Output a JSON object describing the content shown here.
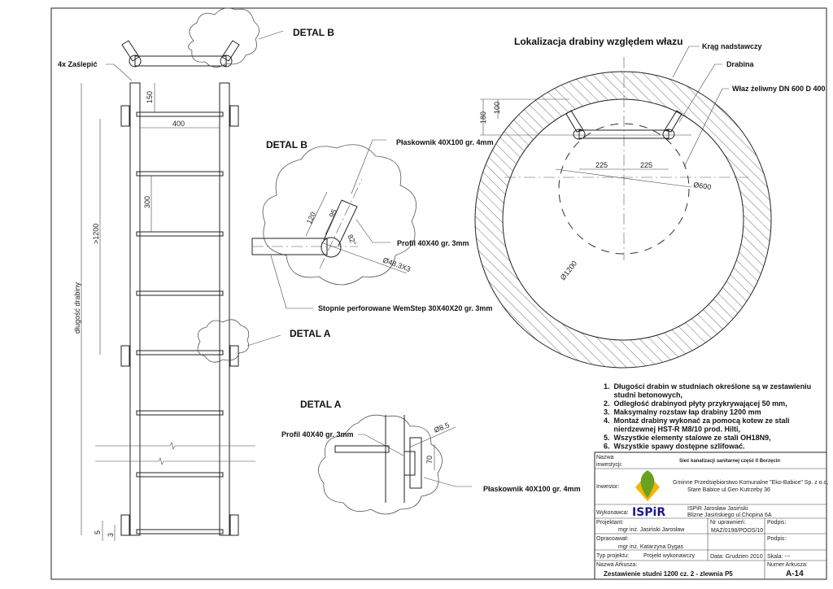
{
  "ladder": {
    "cap_label": "4x Zaślepić",
    "dim_top_gap": "150",
    "dim_width": "400",
    "dim_rung_spacing": "300",
    "dim_anchor_spacing": ">1200",
    "dim_length_label": "długość drabiny",
    "dim_bottom_5": "5",
    "dim_bottom_3": "3"
  },
  "detail_b_top": {
    "label": "DETAL B"
  },
  "detail_b": {
    "title": "DETAL B",
    "flat_bar": "Płaskownik 40X100 gr. 4mm",
    "profile": "Profil 40X40 gr. 3mm",
    "steps": "Stopnie perforowane WemStep 30X40X20 gr. 3mm",
    "dim_120": "120",
    "dim_95": "95",
    "angle": "82°",
    "pipe_dia": "Ø48.3X3"
  },
  "detail_a_callout": {
    "label": "DETAL A"
  },
  "detail_a": {
    "title": "DETAL A",
    "profile": "Profil 40X40 gr. 3mm",
    "flat_bar": "Płaskownik 40X100 gr. 4mm",
    "hole_dia": "Ø8.5",
    "dim_70": "70"
  },
  "plan": {
    "title": "Lokalizacja drabiny względem włazu",
    "ring_label": "Krąg nadstawczy",
    "ladder_label": "Drabina",
    "manhole_label": "Właz żeliwny DN 600 D 400",
    "dim_180": "180",
    "dim_100": "100",
    "dim_225_left": "225",
    "dim_225_right": "225",
    "dia_600": "Ø600",
    "dia_1200": "Ø1200"
  },
  "notes": [
    "1.  Długości drabin w studniach określone są w zestawieniu",
    "     studni betonowych,",
    "2.  Odległość drabinyod płyty przykrywającej 50 mm,",
    "3.  Maksymalny rozstaw łap drabiny 1200 mm",
    "4.  Montaż drabiny wykonać za pomocą kotew ze stali",
    "     nierdzewnej HST-R M8/10 prod. Hilti,",
    "5.  Wszystkie elementy stalowe ze stali OH18N9,",
    "6.  Wszystkie spawy dostępne szlifować."
  ],
  "title_block": {
    "investment_label_1": "Nazwa",
    "investment_label_2": "inwestycji:",
    "investment": "Sieć kanalizacji sanitarnej część II Borzęcin",
    "investor_label": "Inwestor:",
    "investor_1": "Gminne Przedsiębiorstwo Komunalne \"Eko-Babice\" Sp. z o.o.",
    "investor_2": "Stare Babice ul.Gen Kutrzeby 36",
    "contractor_label": "Wykonawca:",
    "contractor_logo": "ISPiR",
    "contractor_1": "ISPiR Jarosław Jasiński",
    "contractor_2": "Blizne Jasińskiego ul.Chopina 6A",
    "designer_label": "Projektant:",
    "designer": "mgr inż. Jasiński Jarosław",
    "license_label": "Nr uprawnień:",
    "license": "MAZ/0198/POOS/10",
    "signature_label_1": "Podpis:",
    "prepared_label": "Opracoawał:",
    "prepared": "mgr inż. Katarzyna Dygas",
    "signature_label_2": "Podpis:",
    "type_label": "Typ projektu:",
    "type": "Projekt wykonawczy",
    "date": "Data: Grudzien 2010",
    "scale": "Skala: ---",
    "sheet_name_label": "Nazwa Arkusza:",
    "sheet_name": "Zestawienie studni 1200 cz. 2 - zlewnia P5",
    "sheet_no_label": "Numer Arkusza:",
    "sheet_no": "A-14"
  },
  "colors": {
    "logo_leaf": "#6aa121",
    "logo_bg": "#f2b705",
    "logo_text": "#1a1a8c"
  }
}
